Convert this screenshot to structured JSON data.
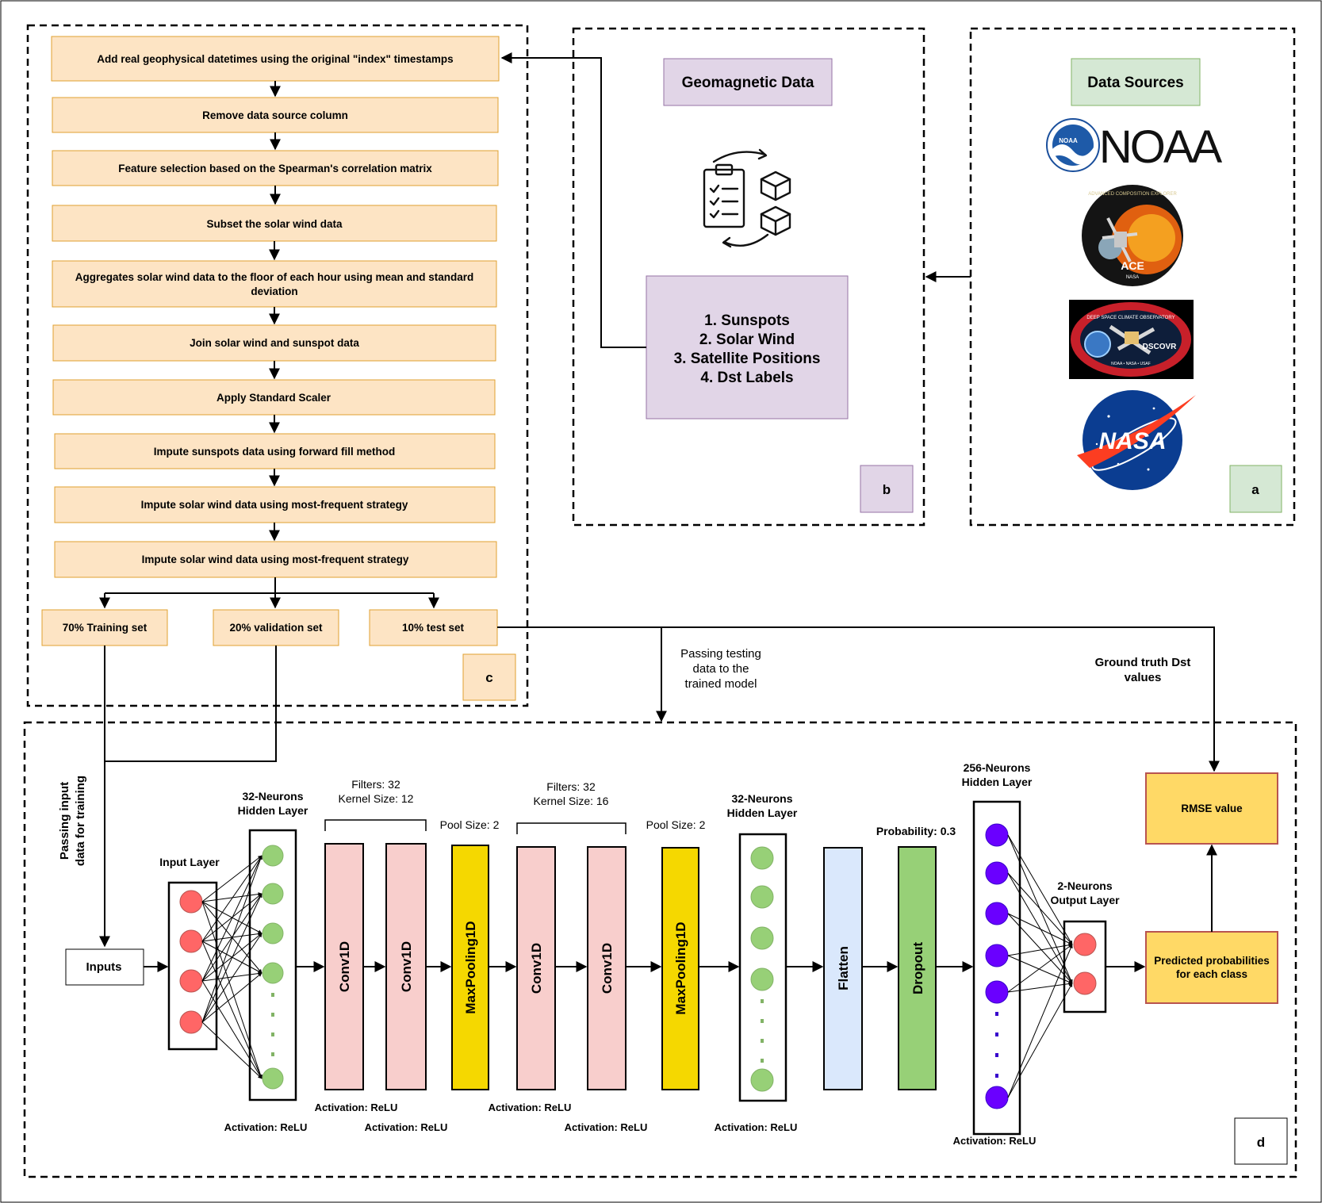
{
  "panel_c": {
    "steps": [
      "Add real geophysical datetimes using the original \"index\" timestamps",
      "Remove data source column",
      "Feature selection based on the Spearman's correlation matrix",
      "Subset the solar wind data",
      "Aggregates solar wind data to the floor of each hour using mean and standard",
      "deviation",
      "Join solar wind and sunspot data",
      "Apply Standard Scaler",
      "Impute sunspots data using forward fill method",
      "Impute solar wind data using most-frequent strategy",
      "Impute solar wind data using most-frequent strategy"
    ],
    "splits": [
      "70% Training set",
      "20% validation set",
      "10% test set"
    ],
    "label": "c"
  },
  "panel_b": {
    "title": "Geomagnetic Data",
    "items": [
      "1. Sunspots",
      "2. Solar Wind",
      "3. Satellite Positions",
      "4. Dst Labels"
    ],
    "label": "b",
    "icon": "data-processing-icon"
  },
  "panel_a": {
    "title": "Data Sources",
    "noaa": "NOAA",
    "ace": "ACE",
    "ace_ring": "ADVANCED COMPOSITION EXPLORER",
    "ace_sub": "NASA",
    "dscovr": "DSCOVR",
    "dscovr_ring": "DEEP SPACE CLIMATE OBSERVATORY",
    "dscovr_sub": "NOAA • NASA • USAF",
    "nasa": "NASA",
    "label": "a"
  },
  "connectors": {
    "passing_testing": [
      "Passing testing",
      "data to the",
      "trained model"
    ],
    "ground_truth": [
      "Ground truth Dst",
      "values"
    ],
    "passing_input": [
      "Passing input",
      "data for training"
    ]
  },
  "panel_d": {
    "inputs": "Inputs",
    "input_layer": "Input Layer",
    "hidden1": [
      "32-Neurons",
      "Hidden Layer"
    ],
    "filters1": [
      "Filters: 32",
      "Kernel Size: 12"
    ],
    "pool1": "Pool Size: 2",
    "filters2": [
      "Filters: 32",
      "Kernel Size: 16"
    ],
    "pool2": "Pool Size: 2",
    "hidden2": [
      "32-Neurons",
      "Hidden Layer"
    ],
    "probability": "Probability: 0.3",
    "hidden3": [
      "256-Neurons",
      "Hidden Layer"
    ],
    "output": [
      "2-Neurons",
      "Output Layer"
    ],
    "conv": "Conv1D",
    "maxpool": "MaxPooling1D",
    "flatten": "Flatten",
    "dropout": "Dropout",
    "activation": "Activation: ReLU",
    "rmse": "RMSE value",
    "predicted": [
      "Predicted probabilities",
      "for each class"
    ],
    "label": "d"
  },
  "colors": {
    "step_fill": "#fde4c4",
    "step_stroke": "#e0a030",
    "purple_fill": "#e1d5e7",
    "purple_stroke": "#9673a6",
    "green_fill": "#d5e8d4",
    "green_stroke": "#82b366",
    "conv_fill": "#f8cecc",
    "pool_fill": "#f5d800",
    "flatten_fill": "#dae8fc",
    "dropout_fill": "#97d077",
    "red_neuron": "#ff6666",
    "green_neuron": "#97d077",
    "purple_neuron": "#6a00ff",
    "yellow_box": "#ffd966",
    "yellow_stroke": "#b85450"
  }
}
